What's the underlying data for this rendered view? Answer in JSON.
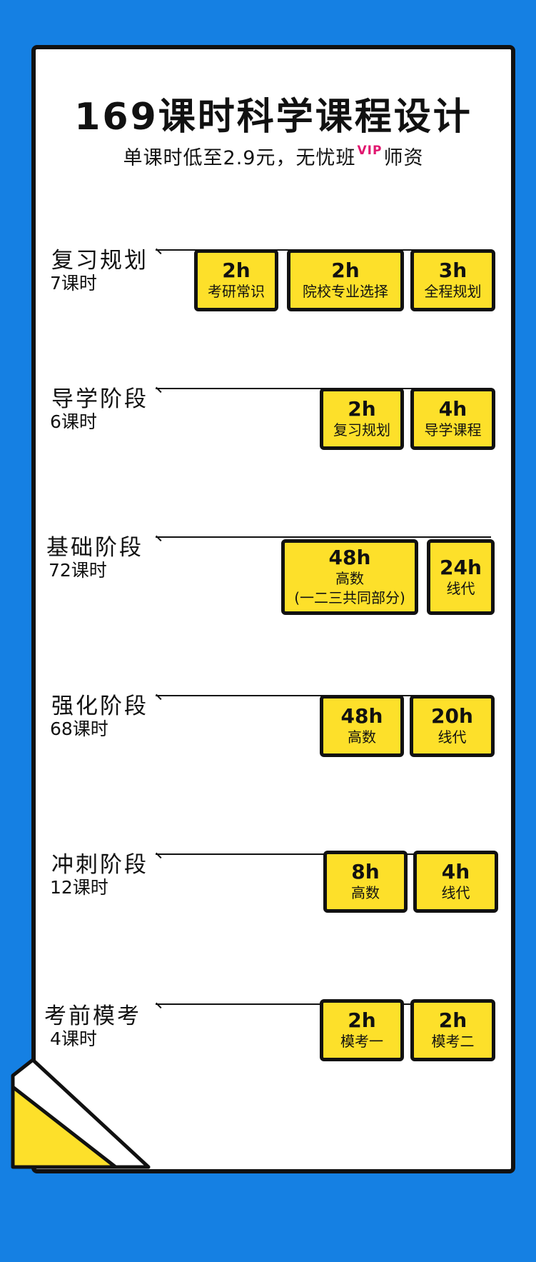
{
  "header": {
    "title": "169课时科学课程设计",
    "subtitle_prefix": "单课时低至2.9元，无忧班",
    "vip": "VIP",
    "subtitle_suffix": "师资"
  },
  "stages": [
    {
      "name": "复习规划",
      "hours": "7课时",
      "items": [
        {
          "h": "2h",
          "label": "考研常识"
        },
        {
          "h": "2h",
          "label": "院校专业选择"
        },
        {
          "h": "3h",
          "label": "全程规划"
        }
      ]
    },
    {
      "name": "导学阶段",
      "hours": "6课时",
      "items": [
        {
          "h": "2h",
          "label": "复习规划"
        },
        {
          "h": "4h",
          "label": "导学课程"
        }
      ]
    },
    {
      "name": "基础阶段",
      "hours": "72课时",
      "items": [
        {
          "h": "48h",
          "label": "高数",
          "label2": "(一二三共同部分)"
        },
        {
          "h": "24h",
          "label": "线代"
        }
      ]
    },
    {
      "name": "强化阶段",
      "hours": "68课时",
      "items": [
        {
          "h": "48h",
          "label": "高数"
        },
        {
          "h": "20h",
          "label": "线代"
        }
      ]
    },
    {
      "name": "冲刺阶段",
      "hours": "12课时",
      "items": [
        {
          "h": "8h",
          "label": "高数"
        },
        {
          "h": "4h",
          "label": "线代"
        }
      ]
    },
    {
      "name": "考前模考",
      "hours": "4课时",
      "items": [
        {
          "h": "2h",
          "label": "模考一"
        },
        {
          "h": "2h",
          "label": "模考二"
        }
      ]
    }
  ],
  "colors": {
    "background": "#1580e3",
    "box": "#fde02a",
    "vip": "#e0176f",
    "ink": "#111111"
  }
}
